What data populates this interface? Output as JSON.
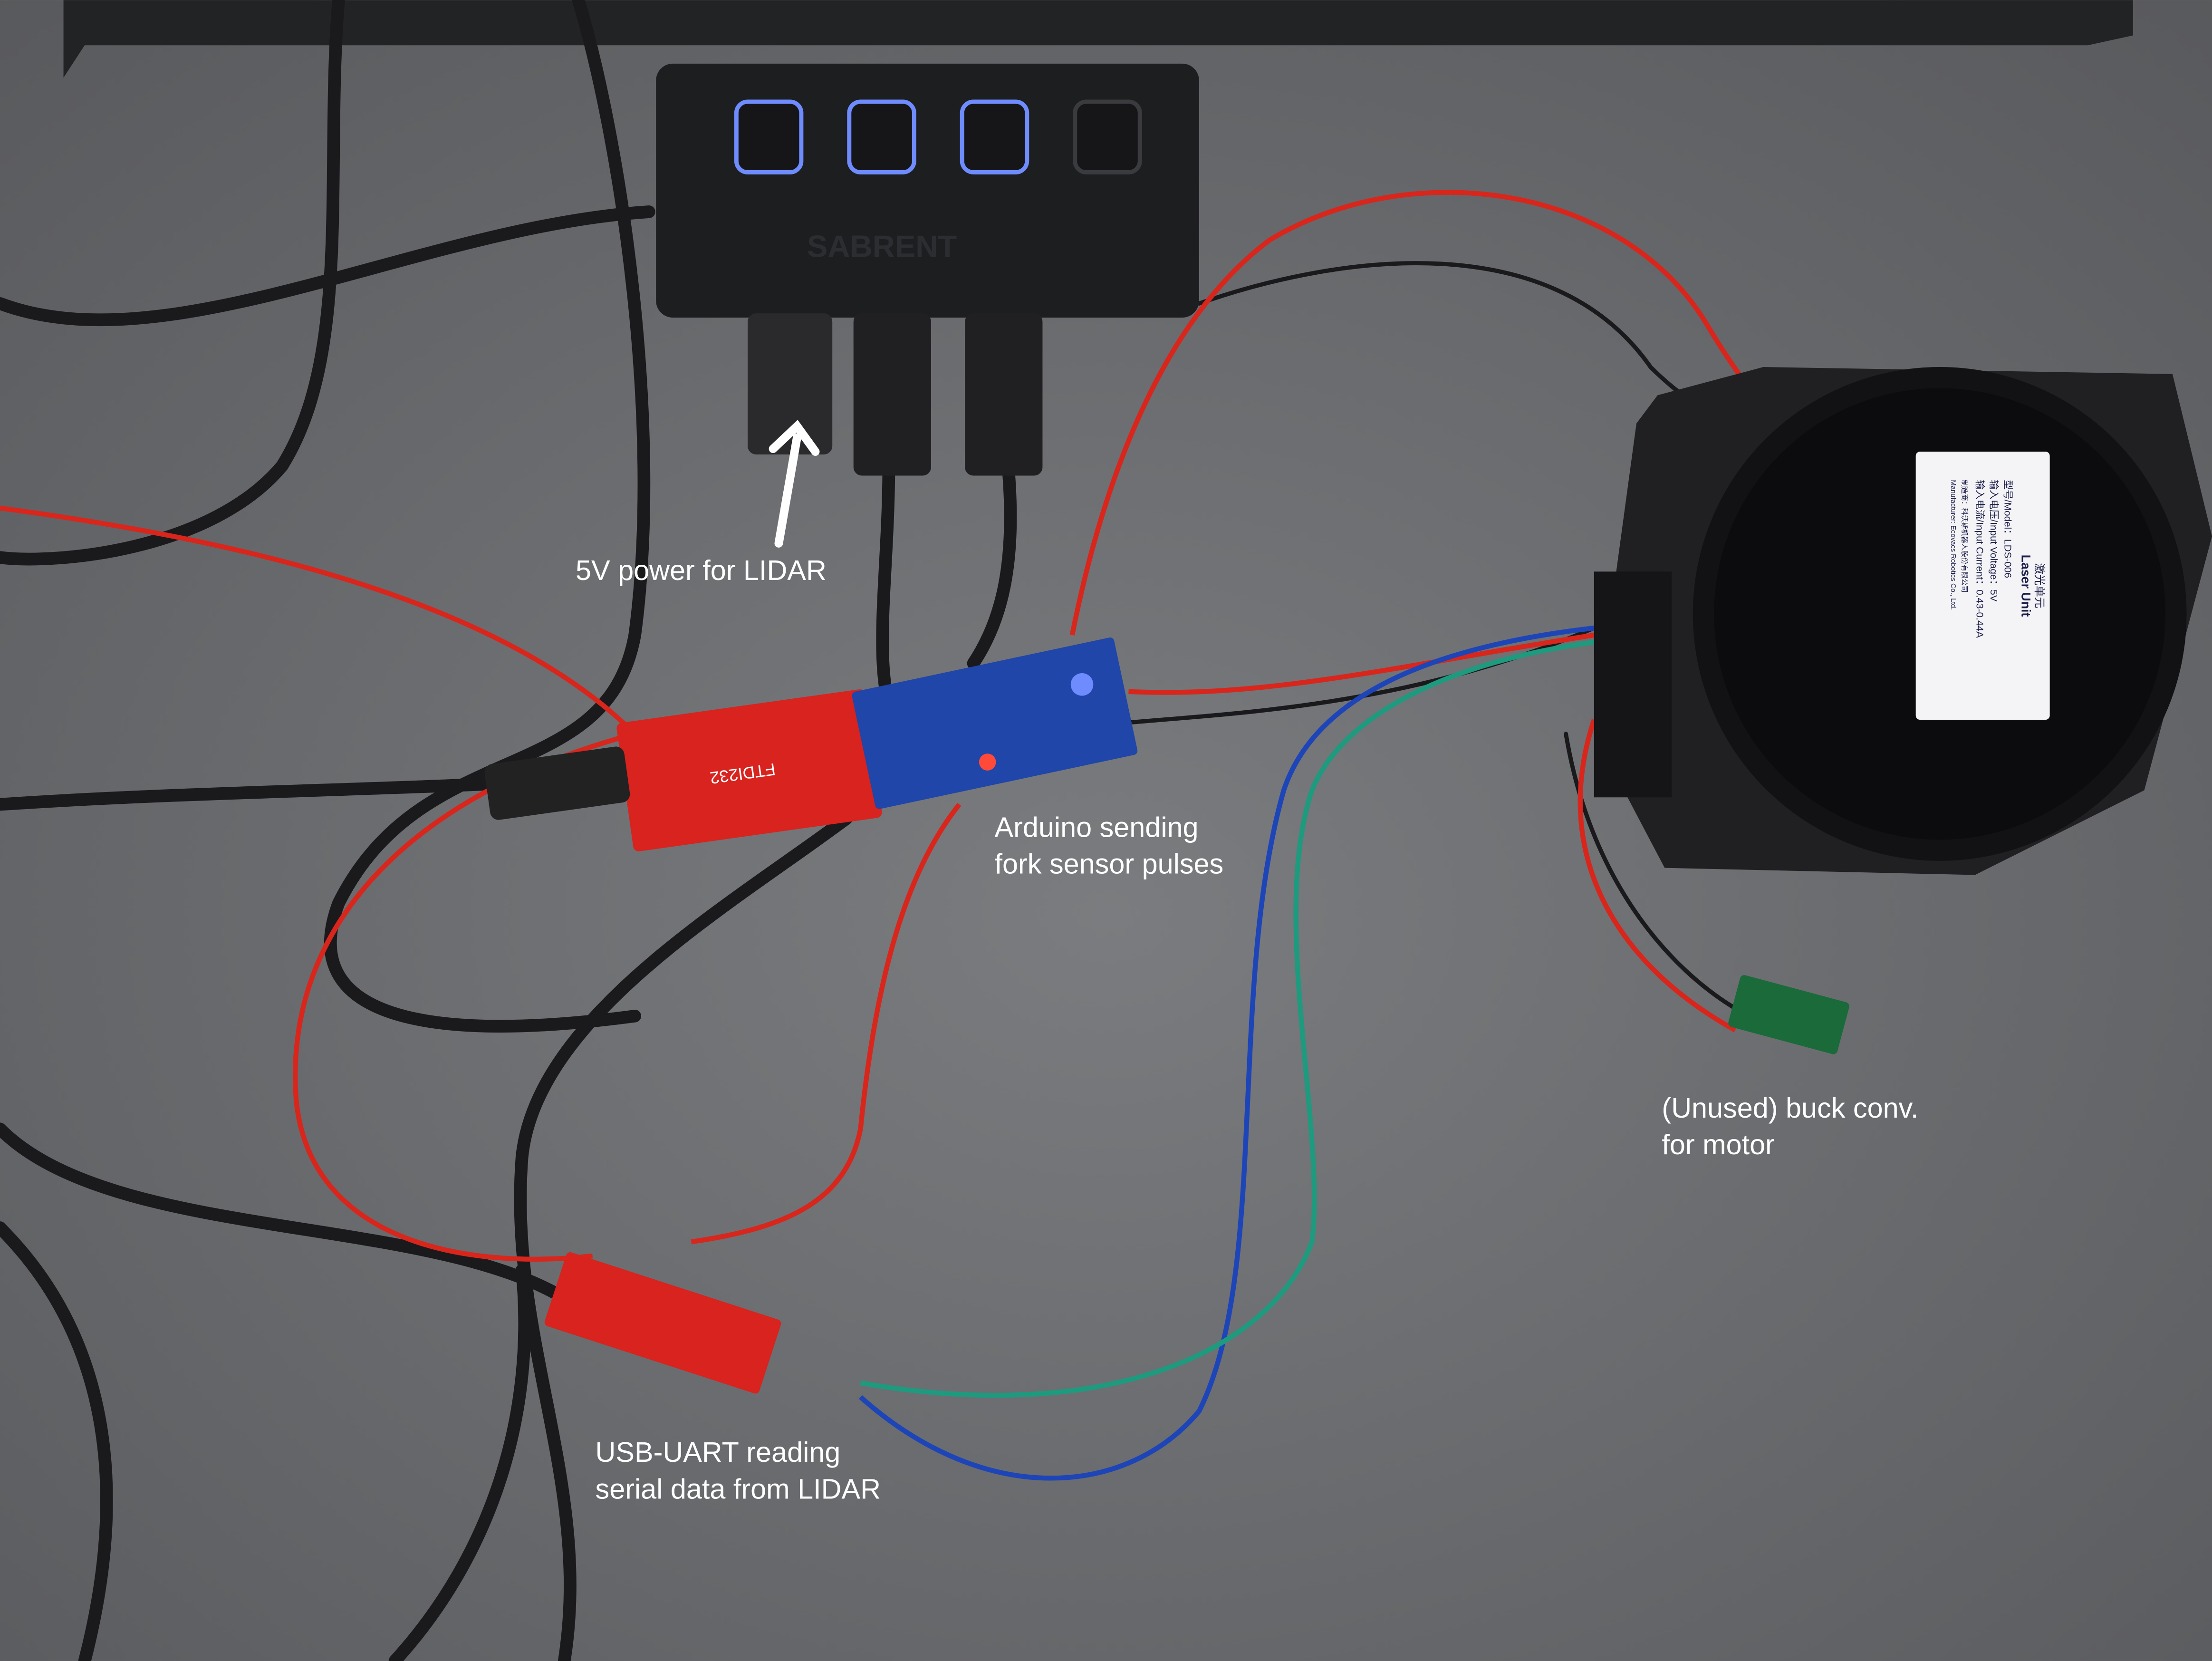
{
  "annotations": {
    "power": "5V power for LIDAR",
    "arduino_line1": "Arduino sending",
    "arduino_line2": "fork sensor pulses",
    "buck_line1": "(Unused) buck conv.",
    "buck_line2": "for motor",
    "uart_line1": "USB-UART reading",
    "uart_line2": "serial data from LIDAR"
  },
  "hub": {
    "brand": "SABRENT"
  },
  "ftdi": {
    "label": "FTDI232"
  },
  "lidar_label": {
    "title_cn": "激光单元",
    "title": "Laser Unit",
    "model": "型号/Model：LDS-006",
    "voltage": "输入电压/Input Voltage：5V",
    "current": "输入电流/Input Current：0.43-0.44A",
    "maker_cn": "制造商：科沃斯机器人股份有限公司",
    "maker": "Manufacturer: Ecovacs Robotics Co., Ltd."
  },
  "colors": {
    "desk": "#6b6d70",
    "red_wire": "#d8261c",
    "blue_wire": "#1d45b8",
    "green_wire": "#1e9a7e",
    "cable": "#1a1a1c"
  }
}
